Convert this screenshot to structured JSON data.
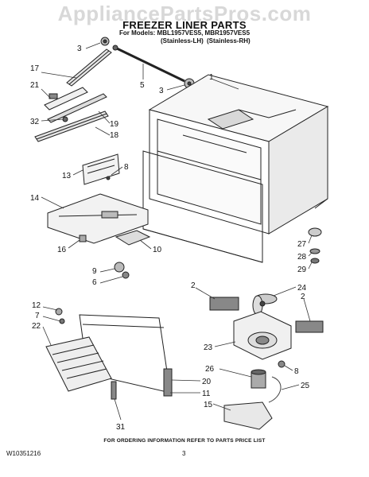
{
  "watermark": "AppliancePartsPros.com",
  "header": {
    "title": "FREEZER LINER PARTS",
    "models": "For Models: MBL1957VES5, MBR1957VES5",
    "variants": "(Stainless-LH)  (Stainless-RH)"
  },
  "footer": {
    "ordering_note": "FOR ORDERING INFORMATION REFER TO PARTS PRICE LIST",
    "doc_number": "W10351216",
    "page_number": "3"
  },
  "callouts": [
    "3",
    "17",
    "21",
    "32",
    "5",
    "1",
    "3",
    "19",
    "18",
    "13",
    "8",
    "14",
    "16",
    "10",
    "9",
    "6",
    "27",
    "28",
    "29",
    "2",
    "24",
    "2",
    "12",
    "7",
    "22",
    "23",
    "26",
    "8",
    "20",
    "25",
    "11",
    "15",
    "31"
  ]
}
